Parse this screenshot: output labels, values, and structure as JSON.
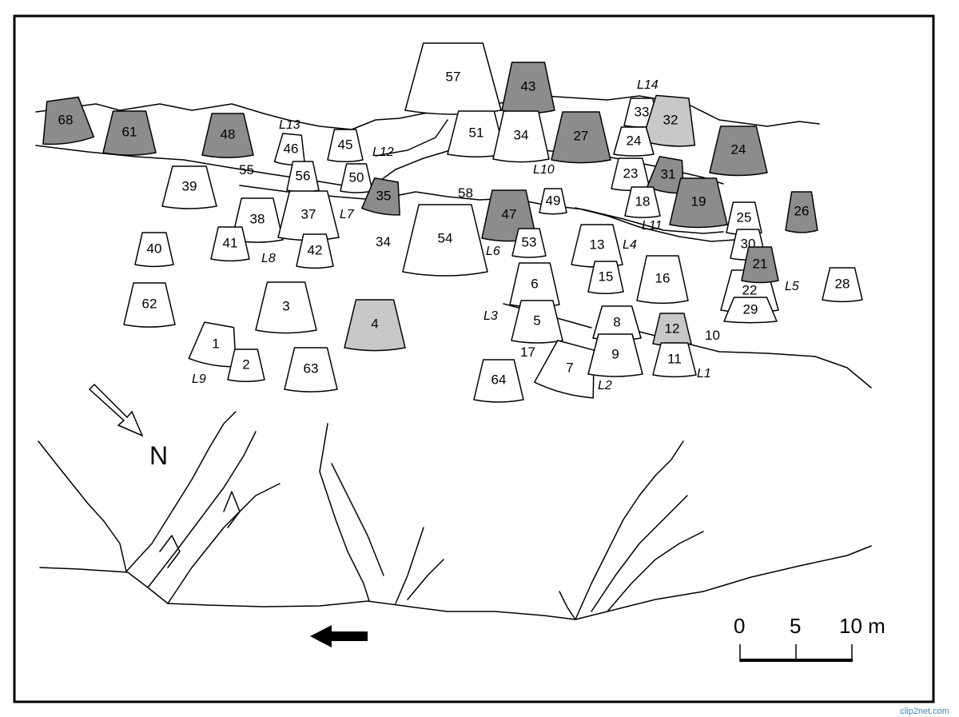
{
  "colors": {
    "white": "#ffffff",
    "dark": "#8c8c8c",
    "light": "#c8c8c8",
    "ink": "#000000"
  },
  "north_label": "N",
  "scale": {
    "ticks": [
      "0",
      "5",
      "10 m"
    ]
  },
  "watermark": "clip2net.com",
  "layer_labels": {
    "L1": "L1",
    "L2": "L2",
    "L3": "L3",
    "L4": "L4",
    "L5": "L5",
    "L6": "L6",
    "L7": "L7",
    "L8": "L8",
    "L9": "L9",
    "L10": "L10",
    "L11": "L11",
    "L12": "L12",
    "L13": "L13",
    "L14": "L14"
  },
  "blocks": [
    {
      "label": "68",
      "shade": "dark"
    },
    {
      "label": "61",
      "shade": "dark"
    },
    {
      "label": "48",
      "shade": "dark"
    },
    {
      "label": "46",
      "shade": "white"
    },
    {
      "label": "45",
      "shade": "white"
    },
    {
      "label": "39",
      "shade": "white"
    },
    {
      "label": "56",
      "shade": "white"
    },
    {
      "label": "50",
      "shade": "white"
    },
    {
      "label": "35",
      "shade": "dark"
    },
    {
      "label": "38",
      "shade": "white"
    },
    {
      "label": "37",
      "shade": "white"
    },
    {
      "label": "41",
      "shade": "white"
    },
    {
      "label": "42",
      "shade": "white"
    },
    {
      "label": "40",
      "shade": "white"
    },
    {
      "label": "62",
      "shade": "white"
    },
    {
      "label": "3",
      "shade": "white"
    },
    {
      "label": "4",
      "shade": "light"
    },
    {
      "label": "1",
      "shade": "white"
    },
    {
      "label": "2",
      "shade": "white"
    },
    {
      "label": "63",
      "shade": "white"
    },
    {
      "label": "57",
      "shade": "white"
    },
    {
      "label": "43",
      "shade": "dark"
    },
    {
      "label": "51",
      "shade": "white"
    },
    {
      "label": "34",
      "shade": "white"
    },
    {
      "label": "27",
      "shade": "dark"
    },
    {
      "label": "33",
      "shade": "white"
    },
    {
      "label": "32",
      "shade": "light"
    },
    {
      "label": "24",
      "shade": "white"
    },
    {
      "label": "24",
      "shade": "dark"
    },
    {
      "label": "23",
      "shade": "white"
    },
    {
      "label": "31",
      "shade": "dark"
    },
    {
      "label": "18",
      "shade": "white"
    },
    {
      "label": "19",
      "shade": "dark"
    },
    {
      "label": "54",
      "shade": "white"
    },
    {
      "label": "47",
      "shade": "dark"
    },
    {
      "label": "53",
      "shade": "white"
    },
    {
      "label": "49",
      "shade": "white"
    },
    {
      "label": "25",
      "shade": "white"
    },
    {
      "label": "26",
      "shade": "dark"
    },
    {
      "label": "30",
      "shade": "white"
    },
    {
      "label": "22",
      "shade": "white"
    },
    {
      "label": "29",
      "shade": "white"
    },
    {
      "label": "21",
      "shade": "dark"
    },
    {
      "label": "28",
      "shade": "white"
    },
    {
      "label": "13",
      "shade": "white"
    },
    {
      "label": "15",
      "shade": "white"
    },
    {
      "label": "16",
      "shade": "white"
    },
    {
      "label": "6",
      "shade": "white"
    },
    {
      "label": "5",
      "shade": "white"
    },
    {
      "label": "7",
      "shade": "white"
    },
    {
      "label": "64",
      "shade": "white"
    },
    {
      "label": "8",
      "shade": "white"
    },
    {
      "label": "9",
      "shade": "white"
    },
    {
      "label": "12",
      "shade": "light"
    },
    {
      "label": "11",
      "shade": "white"
    }
  ],
  "free_labels": [
    "55",
    "34",
    "58",
    "17",
    "10"
  ]
}
